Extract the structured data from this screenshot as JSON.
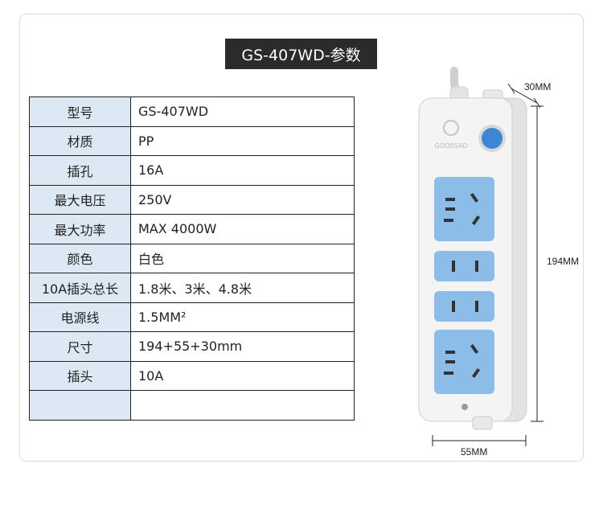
{
  "title": "GS-407WD-参数",
  "specs": [
    {
      "label": "型号",
      "value": "GS-407WD"
    },
    {
      "label": "材质",
      "value": "PP"
    },
    {
      "label": "插孔",
      "value": "16A"
    },
    {
      "label": "最大电压",
      "value": "250V"
    },
    {
      "label": "最大功率",
      "value": "MAX 4000W"
    },
    {
      "label": "颜色",
      "value": "白色"
    },
    {
      "label": "10A插头总长",
      "value": "1.8米、3米、4.8米"
    },
    {
      "label": "电源线",
      "value": "1.5MM²"
    },
    {
      "label": "尺寸",
      "value": "194+55+30mm"
    },
    {
      "label": "插头",
      "value": "10A"
    },
    {
      "label": "",
      "value": ""
    }
  ],
  "dimensions": {
    "depth": "30MM",
    "height": "194MM",
    "width": "55MM"
  },
  "brand": "GOOSSAD",
  "colors": {
    "title_bg": "#2b2b2b",
    "label_bg": "#dce9f5",
    "socket_blue": "#8cbde9",
    "switch_blue": "#3d86d6"
  }
}
